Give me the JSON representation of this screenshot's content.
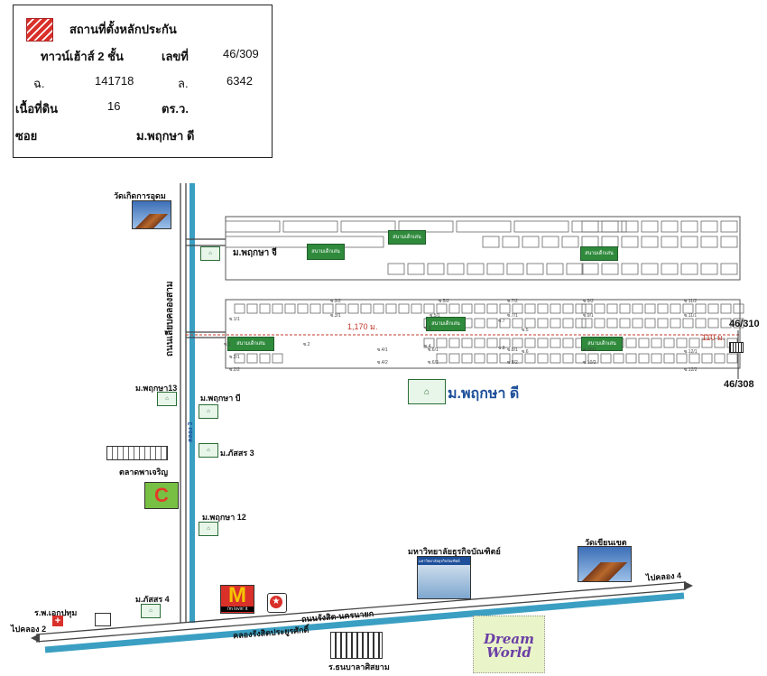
{
  "legend": {
    "title": "สถานที่ตั้งหลักประกัน",
    "type_label": "ทาวน์เฮ้าส์ 2 ชั้น",
    "no_label": "เลขที่",
    "no_value": "46/309",
    "deed_label": "ฉ.",
    "deed_value": "141718",
    "land_label": "ล.",
    "land_value": "6342",
    "area_label": "เนื้อที่ดิน",
    "area_value": "16",
    "area_unit": "ตร.ว.",
    "soi_label": "ซอย",
    "soi_value": "ม.พฤกษา ดี",
    "hatch_color": "#d9302a"
  },
  "map": {
    "road_vertical": "ถนนเลียบคลองสาม",
    "canal_vertical": "คลอง 3",
    "road_main": "ถนนรังสิต-นครนายก",
    "canal_main": "คลองรังสิตประยูรศักดิ์",
    "to_left": "ไปคลอง 2",
    "to_right": "ไปคลอง 4",
    "temple_top": "วัดเกิดการอุดม",
    "temple_right": "วัดเขียนเขต",
    "university": "มหาวิทยาลัยธุรกิจบัณฑิตย์",
    "university_sign": "มหาวิทยาลัยธุรกิจบัณฑิตย์",
    "market": "ตลาดพาเจริญ",
    "hospital": "ร.พ.เอกปทุม",
    "school": "ร.ธนบาลาศิสยาม",
    "mcd_text": "i'm lovin' it",
    "dreamworld": "Dream World",
    "village_g": "ม.พฤกษา จี",
    "village_d": "ม.พฤกษา ดี",
    "village_13": "ม.พฤกษา13",
    "village_b": "ม.พฤกษา บี",
    "village_pas3": "ม.ภัสสร 3",
    "village_12": "ม.พฤกษา 12",
    "village_pas4": "ม.ภัสสร 4",
    "playground": "สนามเด็กเล่น",
    "dist_1": "1,170 ม.",
    "dist_2": "110 ม.",
    "house_310": "46/310",
    "house_308": "46/308",
    "lanes": [
      "ซ.3/2",
      "ซ.5/2",
      "ซ.7/2",
      "ซ.9/2",
      "ซ.11/2",
      "ซ.1/1",
      "ซ.3/1",
      "ซ.5/1",
      "ซ.7/1",
      "ซ.9/1",
      "ซ.11/1",
      "ซ.2/1",
      "ซ.4/1",
      "ซ.6/1",
      "ซ.8/1",
      "ซ.10/1",
      "ซ.12/1",
      "ซ.2/2",
      "ซ.4/2",
      "ซ.6/2",
      "ซ.8/2",
      "ซ.10/2",
      "ซ.12/2",
      "ซ.1",
      "ซ.2",
      "ซ.3",
      "ซ.4",
      "ซ.5",
      "ซ.6",
      "ซ.7",
      "ซ.8"
    ],
    "colors": {
      "canal": "#3a9fc2",
      "road": "#444444",
      "green": "#2f8a3c",
      "distance": "#c0392b"
    }
  }
}
